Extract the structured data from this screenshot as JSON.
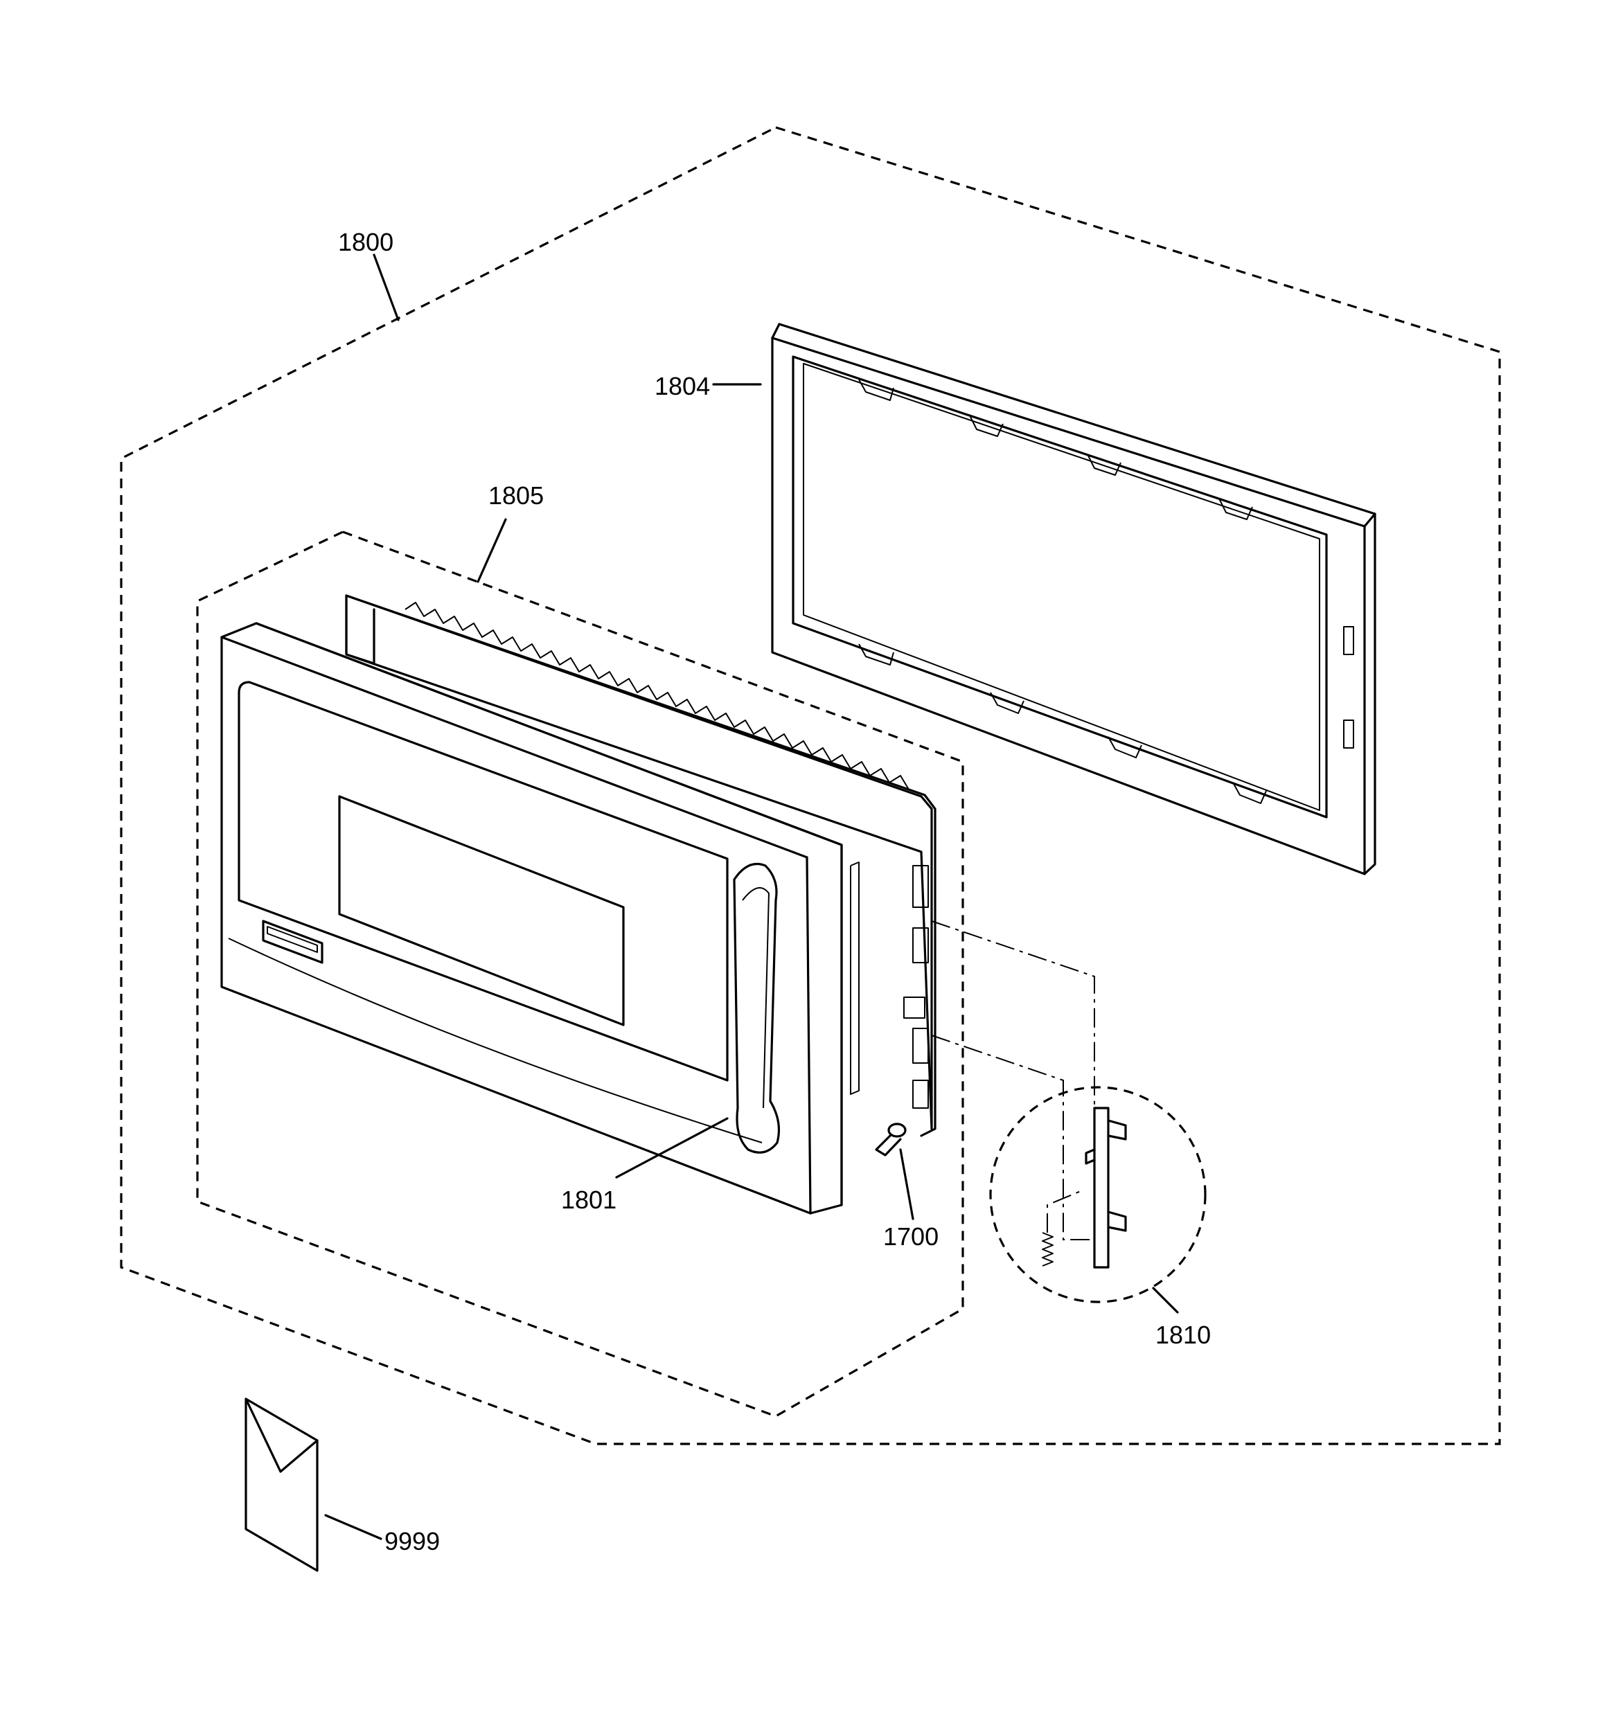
{
  "callouts": {
    "door_assembly": "1800",
    "choke_frame": "1804",
    "door_frame": "1805",
    "door_panel": "1801",
    "screw": "1700",
    "latch_key": "1810",
    "literature": "9999"
  },
  "icons": {
    "door_panel": "microwave-door-icon",
    "choke_frame": "frame-icon",
    "latch": "latch-key-icon",
    "spring": "spring-icon",
    "screw": "screw-icon",
    "envelope": "envelope-icon"
  }
}
